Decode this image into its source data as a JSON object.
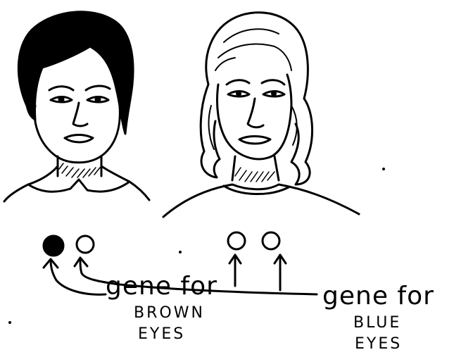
{
  "figure": {
    "ink_color": "#000000",
    "background": "#ffffff",
    "people": [
      {
        "name": "man",
        "hair": "dark"
      },
      {
        "name": "woman",
        "hair": "light"
      }
    ],
    "genes": [
      {
        "owner": "man",
        "color": "filled-black"
      },
      {
        "owner": "man",
        "color": "open-white"
      },
      {
        "owner": "woman",
        "color": "open-white"
      },
      {
        "owner": "woman",
        "color": "open-white"
      }
    ],
    "labels": {
      "brown": {
        "line1": "gene for",
        "line2": "BROWN",
        "line3": "EYES"
      },
      "blue": {
        "line1": "gene for",
        "line2": "BLUE",
        "line3": "EYES"
      }
    }
  }
}
